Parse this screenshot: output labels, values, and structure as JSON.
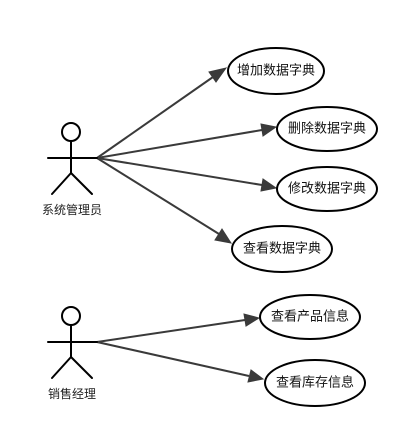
{
  "actors": [
    {
      "id": "admin",
      "name": "系统管理员"
    },
    {
      "id": "sales",
      "name": "销售经理"
    }
  ],
  "use_cases": [
    {
      "id": "uc1",
      "label": "增加数据字典"
    },
    {
      "id": "uc2",
      "label": "删除数据字典"
    },
    {
      "id": "uc3",
      "label": "修改数据字典"
    },
    {
      "id": "uc4",
      "label": "查看数据字典"
    },
    {
      "id": "uc5",
      "label": "查看产品信息"
    },
    {
      "id": "uc6",
      "label": "查看库存信息"
    }
  ],
  "associations": [
    {
      "from": "admin",
      "to": "uc1"
    },
    {
      "from": "admin",
      "to": "uc2"
    },
    {
      "from": "admin",
      "to": "uc3"
    },
    {
      "from": "admin",
      "to": "uc4"
    },
    {
      "from": "sales",
      "to": "uc5"
    },
    {
      "from": "sales",
      "to": "uc6"
    }
  ],
  "colors": {
    "stroke": "#000000",
    "line": "#3a3a3a",
    "background": "#ffffff"
  }
}
